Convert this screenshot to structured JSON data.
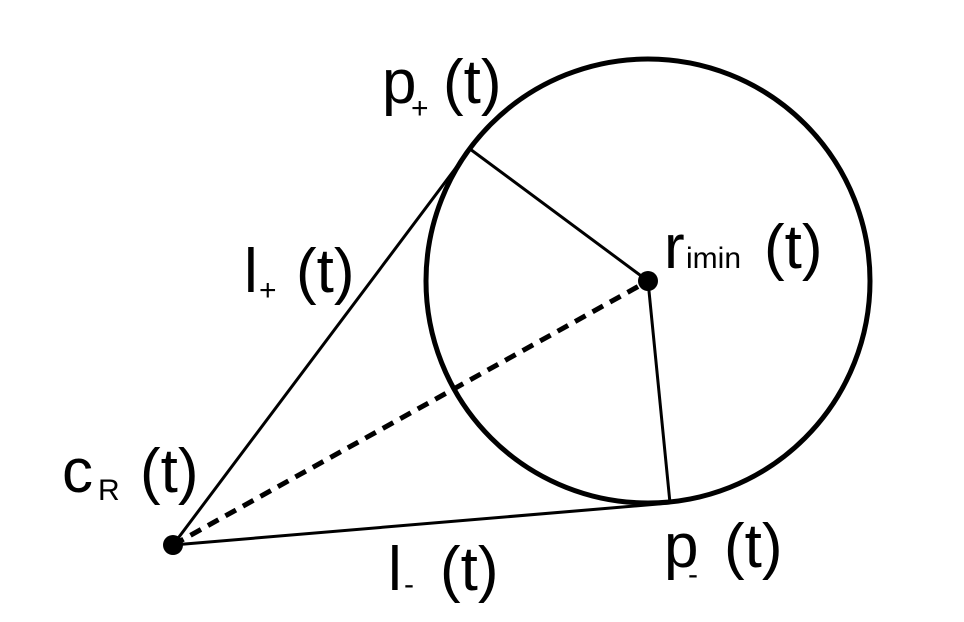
{
  "diagram": {
    "labels": {
      "p_plus": {
        "main": "p",
        "sub": "+",
        "arg": "(t)"
      },
      "r_imin": {
        "main": "r",
        "sub": "imin",
        "arg": "(t)"
      },
      "l_plus": {
        "main": "l",
        "sub": "+",
        "arg": "(t)"
      },
      "c_r": {
        "main": "c",
        "sub": "R",
        "arg": "(t)"
      },
      "l_minus": {
        "main": "l",
        "sub": "-",
        "arg": "(t)"
      },
      "p_minus": {
        "main": "p",
        "sub": "-",
        "arg": "(t)"
      }
    },
    "colors": {
      "stroke": "#000000",
      "background": "#ffffff"
    }
  }
}
